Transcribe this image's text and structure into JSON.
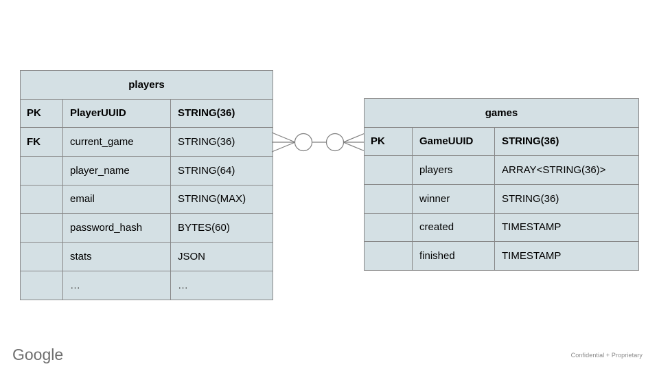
{
  "slide": {
    "background_color": "#ffffff",
    "entity_fill_color": "#d4e0e4",
    "entity_border_color": "#878787",
    "connector_color": "#7f7f7f"
  },
  "entities": [
    {
      "name": "players",
      "title": "players",
      "rows": [
        {
          "key": "PK",
          "field": "PlayerUUID",
          "type": "STRING(36)",
          "bold": true
        },
        {
          "key": "FK",
          "field": "current_game",
          "type": "STRING(36)",
          "bold": false
        },
        {
          "key": "",
          "field": "player_name",
          "type": "STRING(64)",
          "bold": false
        },
        {
          "key": "",
          "field": "email",
          "type": "STRING(MAX)",
          "bold": false
        },
        {
          "key": "",
          "field": "password_hash",
          "type": "BYTES(60)",
          "bold": false
        },
        {
          "key": "",
          "field": "stats",
          "type": "JSON",
          "bold": false
        },
        {
          "key": "",
          "field": "…",
          "type": "…",
          "bold": false
        }
      ]
    },
    {
      "name": "games",
      "title": "games",
      "rows": [
        {
          "key": "PK",
          "field": "GameUUID",
          "type": "STRING(36)",
          "bold": true
        },
        {
          "key": "",
          "field": "players",
          "type": "ARRAY<STRING(36)>",
          "bold": false
        },
        {
          "key": "",
          "field": "winner",
          "type": "STRING(36)",
          "bold": false
        },
        {
          "key": "",
          "field": "created",
          "type": "TIMESTAMP",
          "bold": false
        },
        {
          "key": "",
          "field": "finished",
          "type": "TIMESTAMP",
          "bold": false
        }
      ]
    }
  ],
  "relationship": {
    "notation": "crows-foot",
    "left_cardinality": "zero-or-many",
    "right_cardinality": "zero-or-many",
    "from_entity": "players",
    "to_entity": "games"
  },
  "footer": {
    "brand": "Google",
    "confidential_note": "Confidential + Proprietary"
  }
}
